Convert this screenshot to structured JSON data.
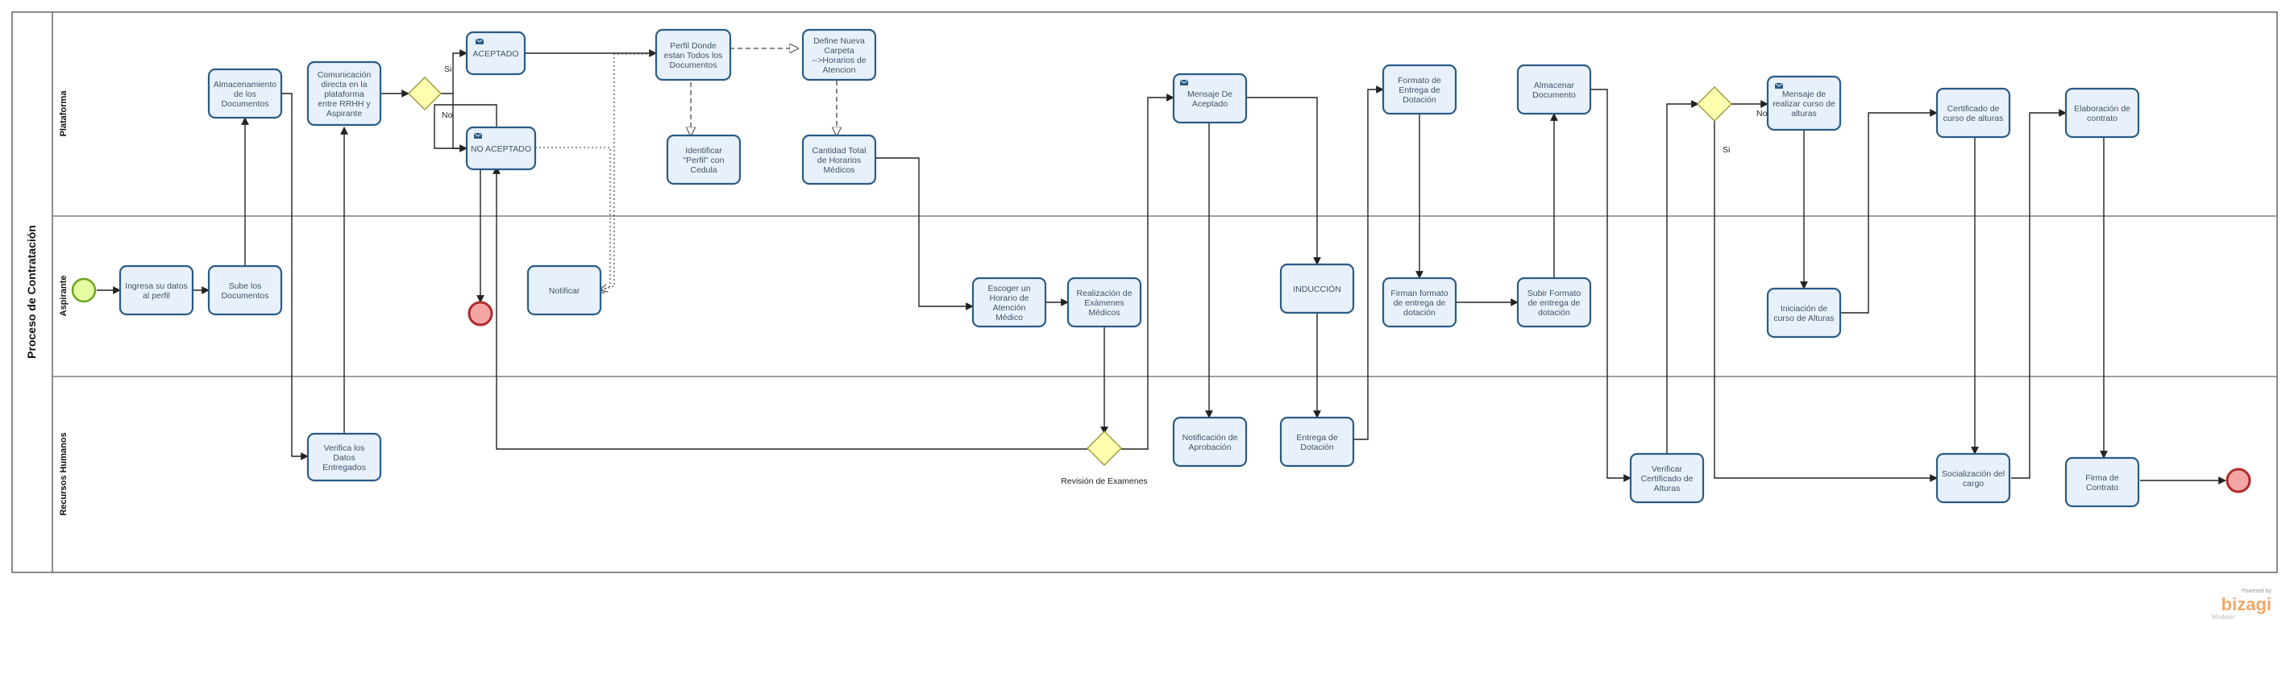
{
  "pool": {
    "name": "Proceso de Contratación"
  },
  "lanes": {
    "l1": "Plataforma",
    "l2": "Aspirante",
    "l3": "Recursos Humanos"
  },
  "tasks": {
    "t1": [
      "Ingresa su datos",
      "al perfil"
    ],
    "t2": [
      "Sube los",
      "Documentos"
    ],
    "t3": [
      "Almacenamiento",
      "de los",
      "Documentos"
    ],
    "t4": [
      "Comunicación",
      "directa en la",
      "plataforma",
      "entre RRHH y",
      "Aspirante"
    ],
    "t5": [
      "Verifica los",
      "Datos",
      "Entregados"
    ],
    "t6": [
      "ACEPTADO"
    ],
    "t7": [
      "NO ACEPTADO"
    ],
    "t8": [
      "Notificar"
    ],
    "t9": [
      "Perfil Donde",
      "estan Todos los",
      "Documentos"
    ],
    "t10": [
      "Define Nueva",
      "Carpeta",
      "-->Horarios de",
      "Atencion"
    ],
    "t11": [
      "Identificar",
      "\"Perfil\" con",
      "Cedula"
    ],
    "t12": [
      "Cantidad Total",
      "de Horarios",
      "Médicos"
    ],
    "t13": [
      "Escoger un",
      "Horario de",
      "Atención",
      "Médico"
    ],
    "t14": [
      "Realización de",
      "Exámenes",
      "Médicos"
    ],
    "t15": [
      "Mensaje De",
      "Aceptado"
    ],
    "t16": [
      "Notificación de",
      "Aprobación"
    ],
    "t17": [
      "INDUCCIÓN"
    ],
    "t18": [
      "Entrega de",
      "Dotación"
    ],
    "t19": [
      "Formato de",
      "Entrega de",
      "Dotación"
    ],
    "t20": [
      "Firman formato",
      "de entrega de",
      "dotación"
    ],
    "t21": [
      "Subir Formato",
      "de entrega de",
      "dotación"
    ],
    "t22": [
      "Almacenar",
      "Documento"
    ],
    "t23": [
      "Verificar",
      "Certificado de",
      "Alturas"
    ],
    "t24": [
      "Mensaje  de",
      "realizar curso de",
      "alturas"
    ],
    "t25": [
      "Iniciación de",
      "curso de Alturas"
    ],
    "t26": [
      "Certificado de",
      "curso de alturas"
    ],
    "t27": [
      "Socialización del",
      "cargo"
    ],
    "t28": [
      "Elaboración de",
      "contrato"
    ],
    "t29": [
      "Firma de",
      "Contrato"
    ]
  },
  "labels": {
    "si1": "Si",
    "no1": "No",
    "no2": "No",
    "si2": "Si",
    "gw_exam": "Revisión de Examenes"
  },
  "brand": {
    "powered": "Powered by",
    "name": "bizagi",
    "sub": "Modeler"
  }
}
